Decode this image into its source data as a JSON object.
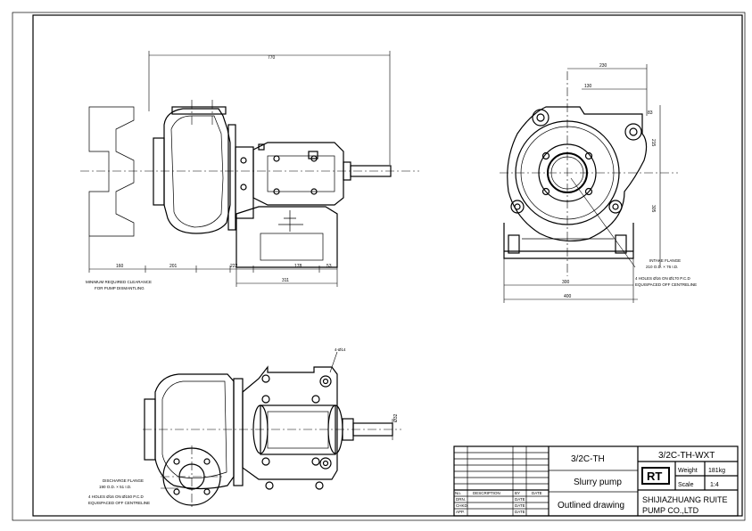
{
  "title_block": {
    "model": "3/2C-TH",
    "product": "Slurry pump",
    "drawing_no": "3/2C-TH-WXT",
    "drawing_type": "Outlined drawing",
    "company_line1": "SHIJIAZHUANG RUITE",
    "company_line2": "PUMP CO.,LTD",
    "logo": "RT",
    "weight_label": "Weight",
    "weight_value": "181kg",
    "scale_label": "Scale",
    "scale_value": "1:4",
    "rev_headers": [
      "No.",
      "DESCRIPTION",
      "BY",
      "DATE"
    ],
    "sign_rows": [
      "DRN.",
      "CHKD.",
      "APP."
    ],
    "sign_dates": [
      "DATE",
      "DATE",
      "DATE"
    ]
  },
  "front_view": {
    "dim_total": "770",
    "dims_bottom": [
      "160",
      "201",
      "222",
      "178",
      "53"
    ],
    "dim_base": "311",
    "note_line1": "MINIMUM REQUIRED CLEARANCE",
    "note_line2": "FOR PUMP DISMANTLING"
  },
  "side_view": {
    "dim_top_outer": "230",
    "dim_top_inner": "130",
    "dim_small": "83",
    "dim_height_upper": "215",
    "dim_height_lower": "305",
    "dim_base_inner": "300",
    "dim_base_outer": "400",
    "intake_line1": "INTAKE FLANGE",
    "intake_line2": "210 O.D. × 76 I.D.",
    "intake_line3": "4 HOLES Ø16 ON Ø170 P.C.D",
    "intake_line4": "EQUISPACED OFF CENTRELINE"
  },
  "top_view": {
    "hole_label": "4-Ø14",
    "shaft_dim": "Ø32",
    "discharge_line1": "DISCHARGE FLANGE",
    "discharge_line2": "190 O.D. × 51 I.D.",
    "discharge_line3": "4 HOLES Ø16 ON Ø150 P.C.D",
    "discharge_line4": "EQUISPACED OFF CENTRELINE"
  }
}
